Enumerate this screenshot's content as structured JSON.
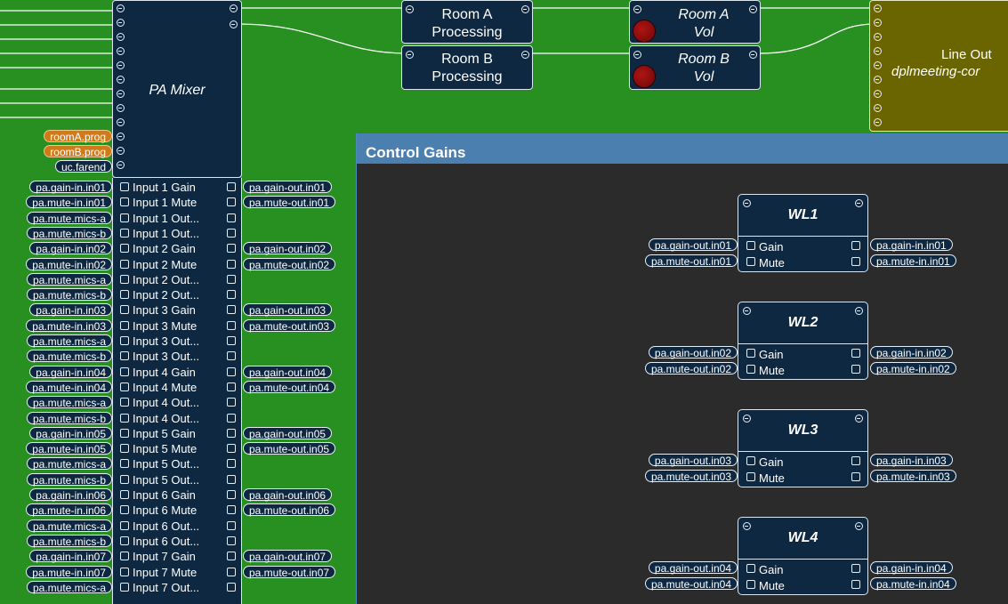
{
  "blocks": {
    "pa_mixer": "PA Mixer",
    "room_a_proc": [
      "Room A",
      "Processing"
    ],
    "room_b_proc": [
      "Room B",
      "Processing"
    ],
    "room_a_vol": [
      "Room A",
      "Vol"
    ],
    "room_b_vol": [
      "Room B",
      "Vol"
    ],
    "line_out": [
      "Line Out",
      "dplmeeting-cor"
    ]
  },
  "mixer_tags": [
    "roomA.prog",
    "roomB.prog",
    "uc.farend"
  ],
  "mixer_rows": [
    {
      "left": "pa.gain-in.in01",
      "label": "Input 1 Gain",
      "right": "pa.gain-out.in01"
    },
    {
      "left": "pa.mute-in.in01",
      "label": "Input 1 Mute",
      "right": "pa.mute-out.in01"
    },
    {
      "left": "pa.mute.mics-a",
      "label": "Input 1 Out...",
      "right": ""
    },
    {
      "left": "pa.mute.mics-b",
      "label": "Input 1 Out...",
      "right": ""
    },
    {
      "left": "pa.gain-in.in02",
      "label": "Input 2 Gain",
      "right": "pa.gain-out.in02"
    },
    {
      "left": "pa.mute-in.in02",
      "label": "Input 2 Mute",
      "right": "pa.mute-out.in02"
    },
    {
      "left": "pa.mute.mics-a",
      "label": "Input 2 Out...",
      "right": ""
    },
    {
      "left": "pa.mute.mics-b",
      "label": "Input 2 Out...",
      "right": ""
    },
    {
      "left": "pa.gain-in.in03",
      "label": "Input 3 Gain",
      "right": "pa.gain-out.in03"
    },
    {
      "left": "pa.mute-in.in03",
      "label": "Input 3 Mute",
      "right": "pa.mute-out.in03"
    },
    {
      "left": "pa.mute.mics-a",
      "label": "Input 3 Out...",
      "right": ""
    },
    {
      "left": "pa.mute.mics-b",
      "label": "Input 3 Out...",
      "right": ""
    },
    {
      "left": "pa.gain-in.in04",
      "label": "Input 4 Gain",
      "right": "pa.gain-out.in04"
    },
    {
      "left": "pa.mute-in.in04",
      "label": "Input 4 Mute",
      "right": "pa.mute-out.in04"
    },
    {
      "left": "pa.mute.mics-a",
      "label": "Input 4 Out...",
      "right": ""
    },
    {
      "left": "pa.mute.mics-b",
      "label": "Input 4 Out...",
      "right": ""
    },
    {
      "left": "pa.gain-in.in05",
      "label": "Input 5 Gain",
      "right": "pa.gain-out.in05"
    },
    {
      "left": "pa.mute-in.in05",
      "label": "Input 5 Mute",
      "right": "pa.mute-out.in05"
    },
    {
      "left": "pa.mute.mics-a",
      "label": "Input 5 Out...",
      "right": ""
    },
    {
      "left": "pa.mute.mics-b",
      "label": "Input 5 Out...",
      "right": ""
    },
    {
      "left": "pa.gain-in.in06",
      "label": "Input 6 Gain",
      "right": "pa.gain-out.in06"
    },
    {
      "left": "pa.mute-in.in06",
      "label": "Input 6 Mute",
      "right": "pa.mute-out.in06"
    },
    {
      "left": "pa.mute.mics-a",
      "label": "Input 6 Out...",
      "right": ""
    },
    {
      "left": "pa.mute.mics-b",
      "label": "Input 6 Out...",
      "right": ""
    },
    {
      "left": "pa.gain-in.in07",
      "label": "Input 7 Gain",
      "right": "pa.gain-out.in07"
    },
    {
      "left": "pa.mute-in.in07",
      "label": "Input 7 Mute",
      "right": "pa.mute-out.in07"
    },
    {
      "left": "pa.mute.mics-a",
      "label": "Input 7 Out...",
      "right": ""
    }
  ],
  "control_window": {
    "title": "Control Gains",
    "groups": [
      {
        "name": "WL1",
        "rows": [
          {
            "left": "pa.gain-out.in01",
            "label": "Gain",
            "right": "pa.gain-in.in01"
          },
          {
            "left": "pa.mute-out.in01",
            "label": "Mute",
            "right": "pa.mute-in.in01"
          }
        ]
      },
      {
        "name": "WL2",
        "rows": [
          {
            "left": "pa.gain-out.in02",
            "label": "Gain",
            "right": "pa.gain-in.in02"
          },
          {
            "left": "pa.mute-out.in02",
            "label": "Mute",
            "right": "pa.mute-in.in02"
          }
        ]
      },
      {
        "name": "WL3",
        "rows": [
          {
            "left": "pa.gain-out.in03",
            "label": "Gain",
            "right": "pa.gain-in.in03"
          },
          {
            "left": "pa.mute-out.in03",
            "label": "Mute",
            "right": "pa.mute-in.in03"
          }
        ]
      },
      {
        "name": "WL4",
        "rows": [
          {
            "left": "pa.gain-out.in04",
            "label": "Gain",
            "right": "pa.gain-in.in04"
          },
          {
            "left": "pa.mute-out.in04",
            "label": "Mute",
            "right": "pa.mute-in.in04"
          }
        ]
      }
    ]
  }
}
